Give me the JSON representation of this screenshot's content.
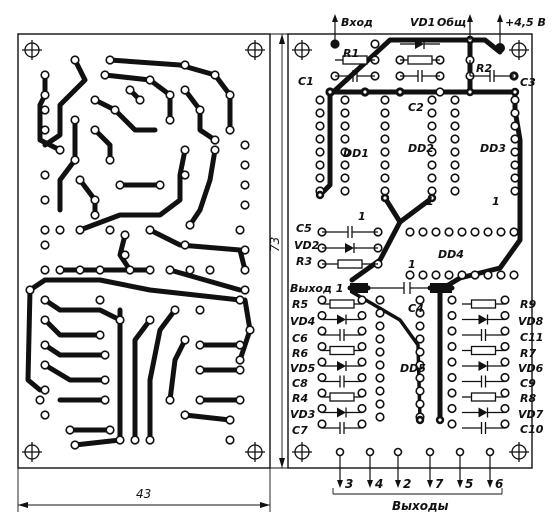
{
  "dimensions": {
    "width_label": "43",
    "height_label": "73"
  },
  "chip_labels": {
    "dd1": "DD1",
    "dd2": "DD2",
    "dd3": "DD3",
    "dd4": "DD4",
    "dd5": "DD5"
  },
  "pin_markers": [
    "1",
    "1",
    "1",
    "1"
  ],
  "top_labels": {
    "input": "Вход",
    "vd1": "VD1",
    "common": "Общ",
    "power": "+4,5 В"
  },
  "left_components": [
    "R1",
    "C1",
    "C5",
    "VD2",
    "R3",
    "R5",
    "VD4",
    "C6",
    "R6",
    "VD5",
    "C8",
    "R4",
    "VD3",
    "C7"
  ],
  "right_components": [
    "R2",
    "C3",
    "R9",
    "VD8",
    "C11",
    "R7",
    "VD6",
    "C9",
    "R8",
    "VD7",
    "C10"
  ],
  "middle_components": [
    "C2",
    "C4"
  ],
  "output1_label": "Выход 1",
  "outputs": {
    "numbers": [
      "3",
      "4",
      "2",
      "7",
      "5",
      "6"
    ],
    "caption": "Выходы"
  }
}
